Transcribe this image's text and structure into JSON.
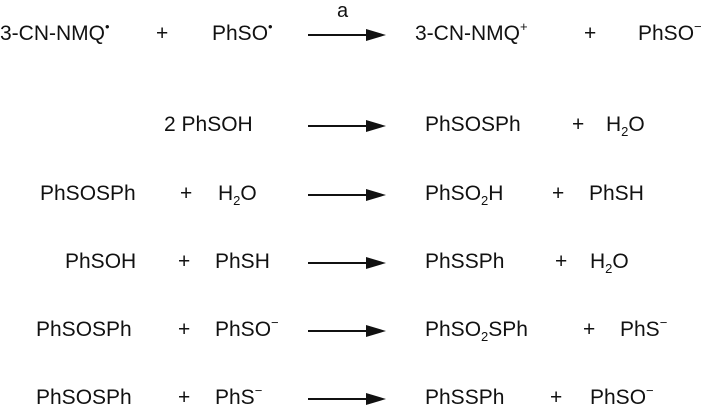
{
  "reactions": [
    {
      "id": "r1",
      "label": "a",
      "reactants": [
        {
          "text": "3-CN-NMQ",
          "sup": "•"
        },
        {
          "text": "PhSO",
          "sup": "•"
        }
      ],
      "products": [
        {
          "text": "3-CN-NMQ",
          "sup": "+"
        },
        {
          "text": "PhSO",
          "sup": "−"
        }
      ]
    },
    {
      "id": "r2",
      "reactants": [
        {
          "text": "2 PhSOH"
        }
      ],
      "products": [
        {
          "text": "PhSOSPh"
        },
        {
          "pre": "H",
          "sub": "2",
          "post": "O"
        }
      ]
    },
    {
      "id": "r3",
      "reactants": [
        {
          "text": "PhSOSPh"
        },
        {
          "pre": "H",
          "sub": "2",
          "post": "O"
        }
      ],
      "products": [
        {
          "pre": "PhSO",
          "sub": "2",
          "post": "H"
        },
        {
          "text": "PhSH"
        }
      ]
    },
    {
      "id": "r4",
      "reactants": [
        {
          "text": "PhSOH"
        },
        {
          "text": "PhSH"
        }
      ],
      "products": [
        {
          "text": "PhSSPh"
        },
        {
          "pre": "H",
          "sub": "2",
          "post": "O"
        }
      ]
    },
    {
      "id": "r5",
      "reactants": [
        {
          "text": "PhSOSPh"
        },
        {
          "text": "PhSO",
          "sup": "−"
        }
      ],
      "products": [
        {
          "pre": "PhSO",
          "sub": "2",
          "post": "SPh"
        },
        {
          "text": "PhS",
          "sup": "−"
        }
      ]
    },
    {
      "id": "r6",
      "reactants": [
        {
          "text": "PhSOSPh"
        },
        {
          "text": "PhS",
          "sup": "−"
        }
      ],
      "products": [
        {
          "text": "PhSSPh"
        },
        {
          "text": "PhSO",
          "sup": "−"
        }
      ]
    }
  ],
  "plus_sign": "+"
}
